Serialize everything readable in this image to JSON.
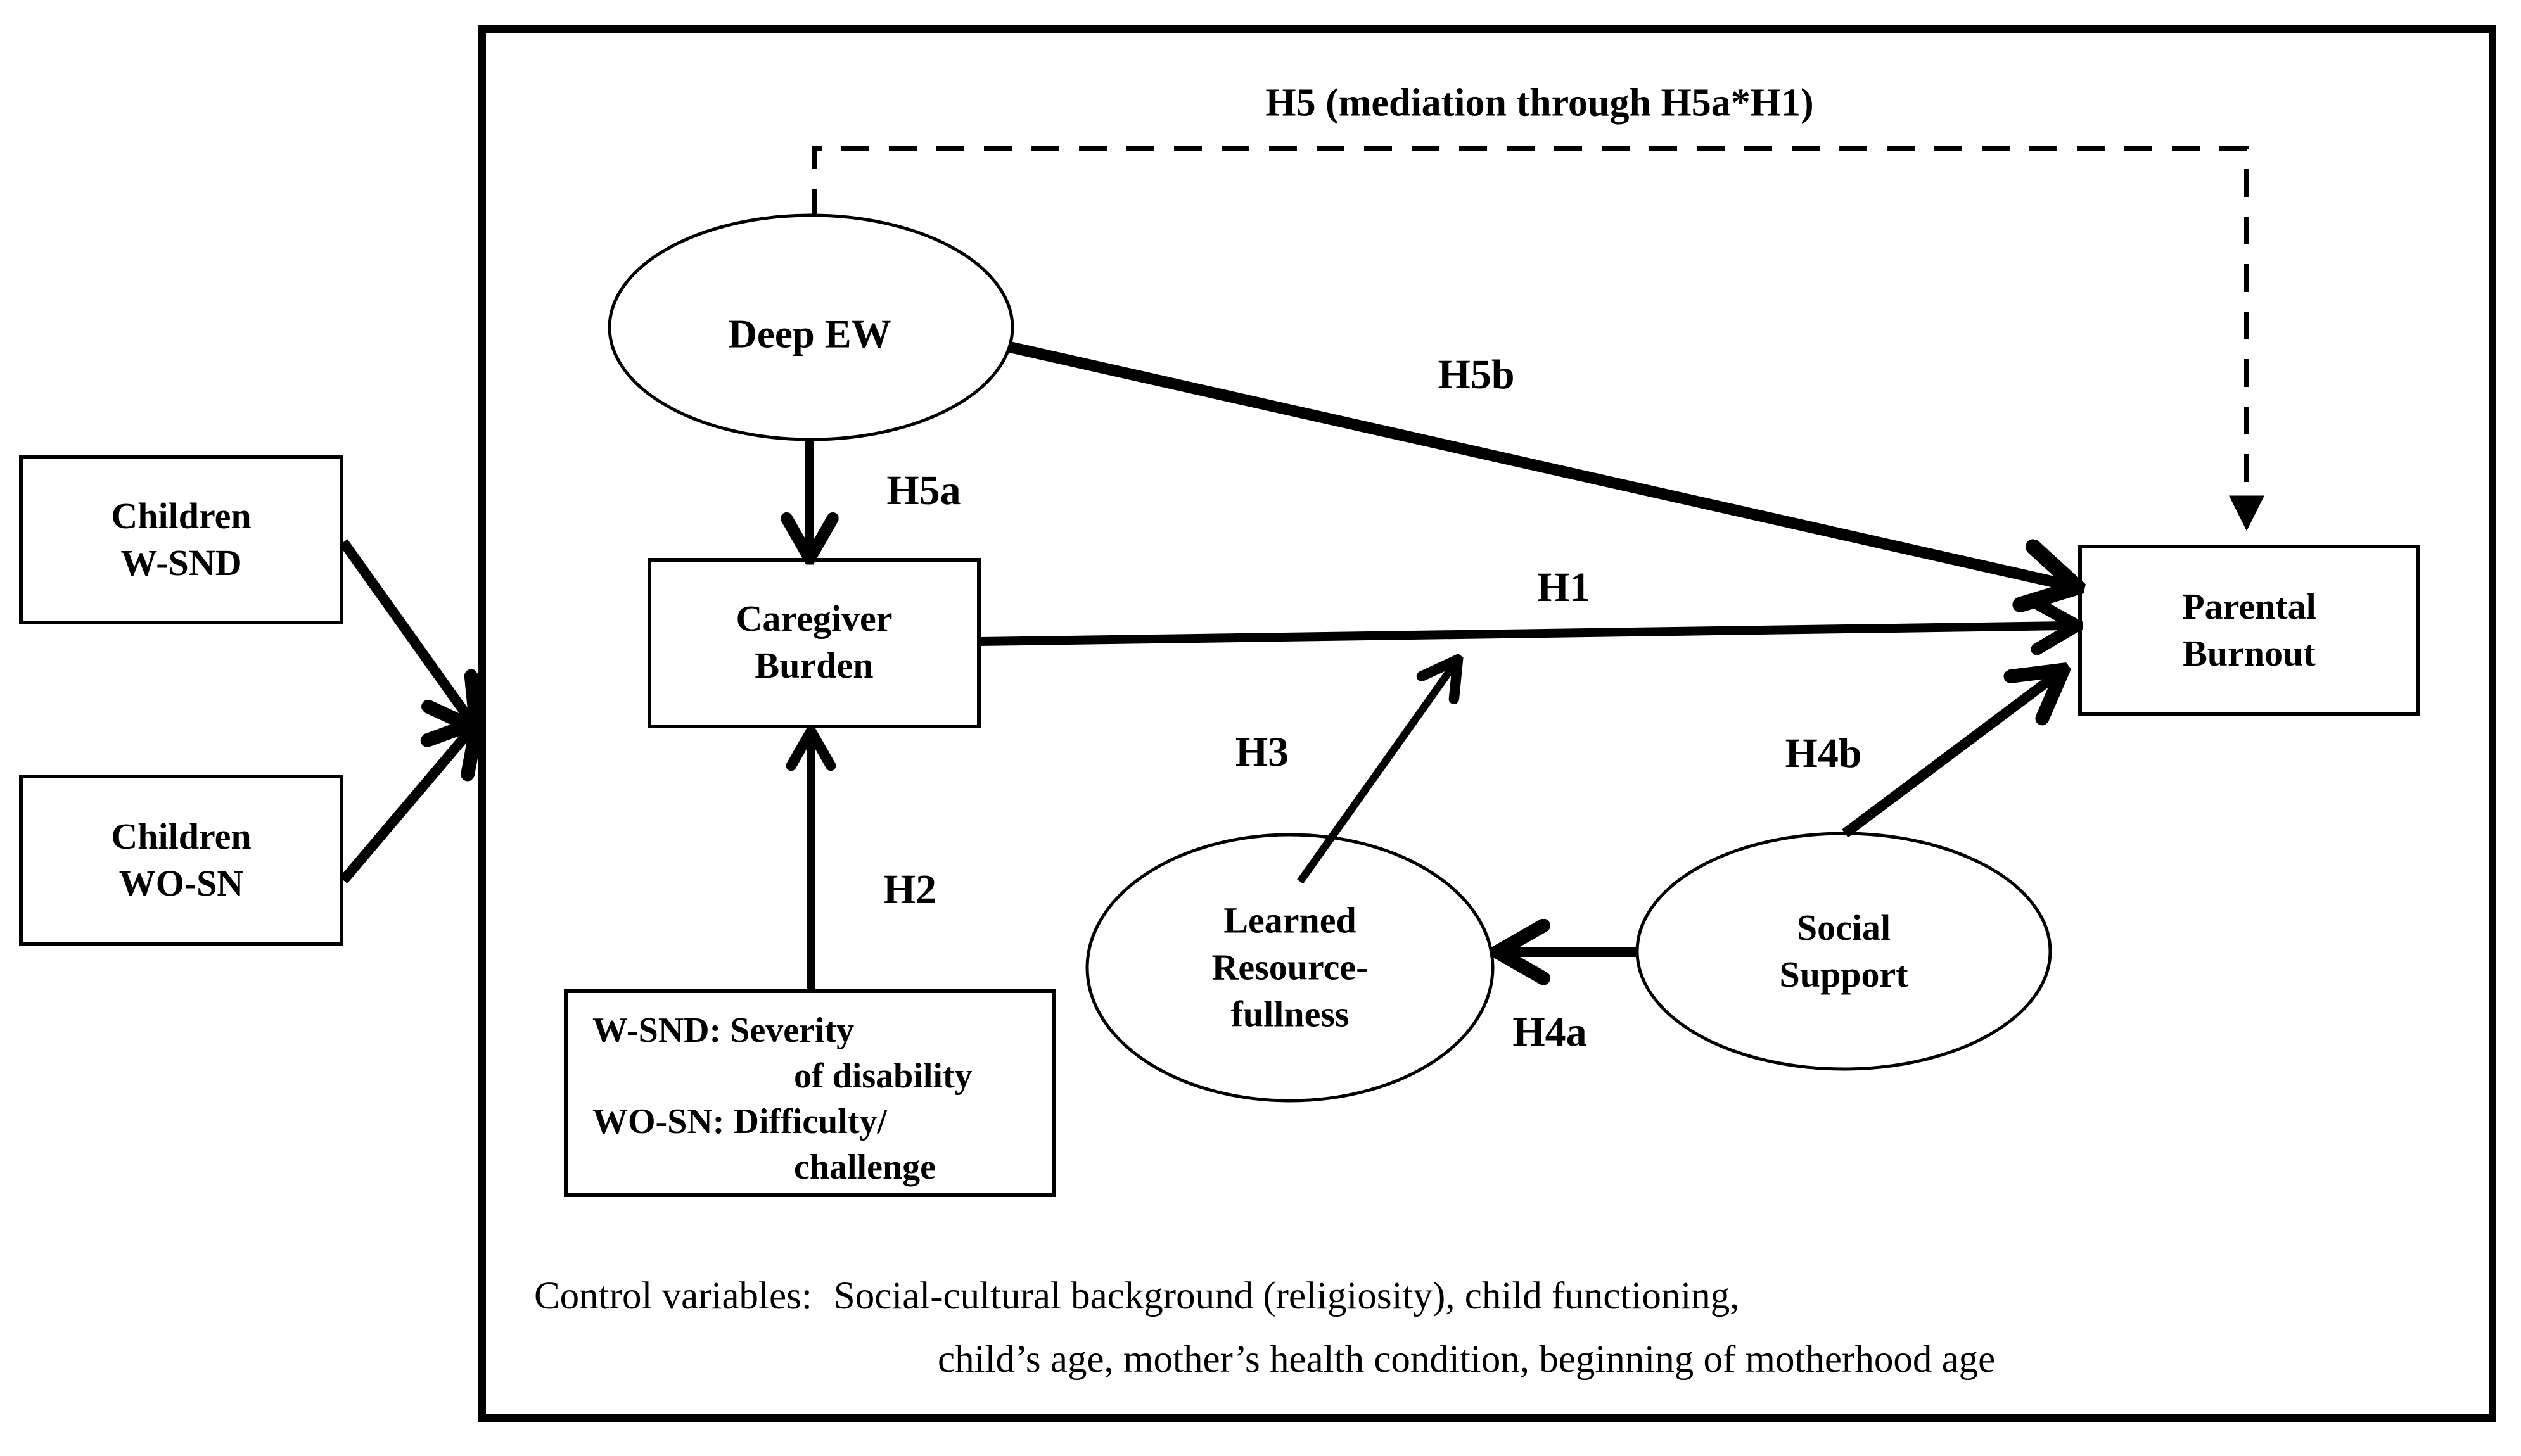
{
  "diagram": {
    "title": "H5 (mediation through H5a*H1)"
  },
  "nodes": {
    "children_wsnd": {
      "line1": "Children",
      "line2": "W-SND"
    },
    "children_wosn": {
      "line1": "Children",
      "line2": "WO-SN"
    },
    "deep_ew": {
      "label": "Deep EW"
    },
    "caregiver_burden": {
      "line1": "Caregiver",
      "line2": "Burden"
    },
    "parental_burnout": {
      "line1": "Parental",
      "line2": "Burnout"
    },
    "learned_resourcefulness": {
      "line1": "Learned",
      "line2": "Resource-",
      "line3": "fullness"
    },
    "social_support": {
      "line1": "Social",
      "line2": "Support"
    }
  },
  "paths": {
    "h1": "H1",
    "h2": "H2",
    "h3": "H3",
    "h4a": "H4a",
    "h4b": "H4b",
    "h5a": "H5a",
    "h5b": "H5b"
  },
  "legend": {
    "line1_label": "W-SND:",
    "line1_text": "Severity",
    "line1_cont": "of disability",
    "line2_label": "WO-SN:",
    "line2_text": "Difficulty/",
    "line2_cont": "challenge"
  },
  "control": {
    "label": "Control variables:",
    "line1": "Social-cultural background (religiosity), child functioning,",
    "line2": "child’s age, mother’s health condition, beginning of motherhood age"
  },
  "colors": {
    "ink": "#000000",
    "background": "#ffffff"
  }
}
